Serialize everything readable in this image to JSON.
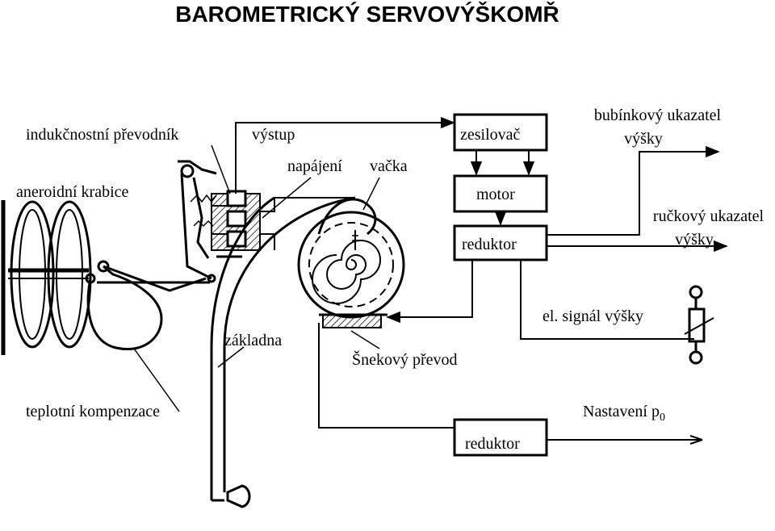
{
  "title": "BAROMETRICKÝ  SERVOVÝŠKOMŘ",
  "labels": {
    "inductive_transducer": "indukčnostní převodník",
    "output": "výstup",
    "aneroid_box": "aneroidní krabice",
    "power_supply": "napájení",
    "cam": "vačka",
    "amplifier": "zesilovač",
    "motor": "motor",
    "reducer_top": "reduktor",
    "drum_indicator_line1": "bubínkový ukazatel",
    "drum_indicator_line2": "výšky",
    "pointer_indicator_line1": "ručkový ukazatel",
    "pointer_indicator_line2": "výšky",
    "base": "základna",
    "worm_gear": "Šnekový převod",
    "el_signal": "el. signál výšky",
    "temperature_compensation": "teplotní kompenzace",
    "setting_p0": "Nastavení p",
    "setting_p0_sub": "0",
    "reducer_bottom": "reduktor"
  }
}
